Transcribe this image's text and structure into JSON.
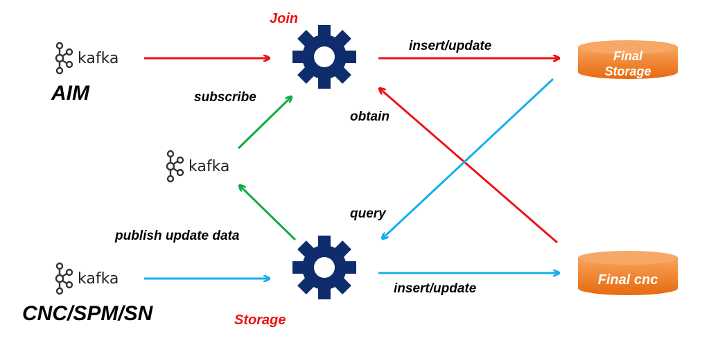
{
  "colors": {
    "red": "#ee1111",
    "green": "#11aa44",
    "blue": "#16aeee",
    "gear": "#0f2d6c",
    "storage_orange": "#f07a1e"
  },
  "sources": [
    {
      "logo_text": "kafka",
      "name": "AIM",
      "icon": "kafka-logo-icon"
    },
    {
      "logo_text": "kafka",
      "name": "",
      "icon": "kafka-logo-icon"
    },
    {
      "logo_text": "kafka",
      "name": "CNC/SPM/SN",
      "icon": "kafka-logo-icon"
    }
  ],
  "processors": {
    "join": {
      "label": "Join",
      "icon": "gear-icon"
    },
    "storage": {
      "label": "Storage",
      "icon": "gear-icon"
    }
  },
  "stores": {
    "final_storage": {
      "line1": "Final",
      "line2": "Storage",
      "icon": "database-cylinder-icon"
    },
    "final_cnc": {
      "label": "Final cnc",
      "icon": "database-cylinder-icon"
    }
  },
  "edges": {
    "insert_update_top": "insert/update",
    "subscribe": "subscribe",
    "obtain": "obtain",
    "query": "query",
    "publish": "publish update data",
    "insert_update_bottom": "insert/update"
  }
}
